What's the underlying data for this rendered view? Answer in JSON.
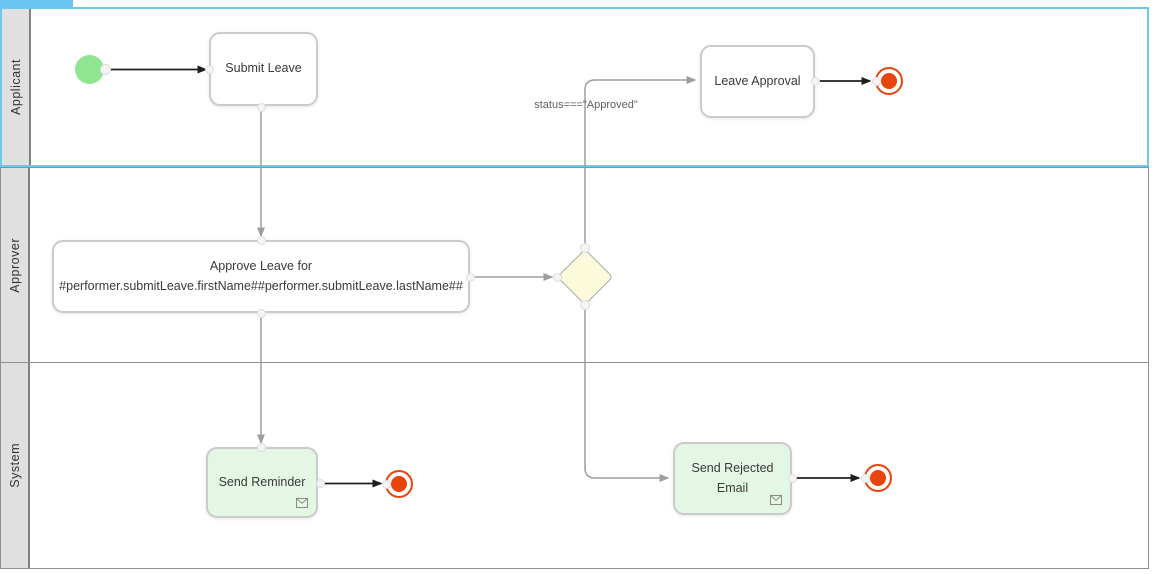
{
  "canvas": {
    "lanes": [
      {
        "label": "Applicant",
        "selected": true
      },
      {
        "label": "Approver",
        "selected": false
      },
      {
        "label": "System",
        "selected": false
      }
    ],
    "nodes": {
      "start_event": {
        "type": "start"
      },
      "submit_leave": {
        "label": "Submit Leave"
      },
      "leave_approval": {
        "label": "Leave Approval"
      },
      "approve_leave": {
        "line1": "Approve Leave for",
        "line2": "#performer.submitLeave.firstName##performer.submitLeave.lastName##"
      },
      "send_reminder": {
        "label": "Send Reminder",
        "icon": "message-envelope"
      },
      "send_rejected_email": {
        "label": "Send Rejected Email",
        "icon": "message-envelope"
      },
      "gateway": {
        "type": "exclusive-gateway"
      }
    },
    "flows": {
      "condition_label": "status===\"Approved\""
    },
    "colors": {
      "selection_blue": "#6EC6F1",
      "lane_border_gray": "#8F8F8F",
      "lane_label_bg": "#E0E0E0",
      "start_event_green": "#90E690",
      "end_event_orange": "#E8450C",
      "task_green_fill": "#E3F7E4",
      "gateway_yellow_fill": "#FBFBDC",
      "flow_gray": "#9E9E9E",
      "flow_black": "#1F1F1F"
    }
  }
}
